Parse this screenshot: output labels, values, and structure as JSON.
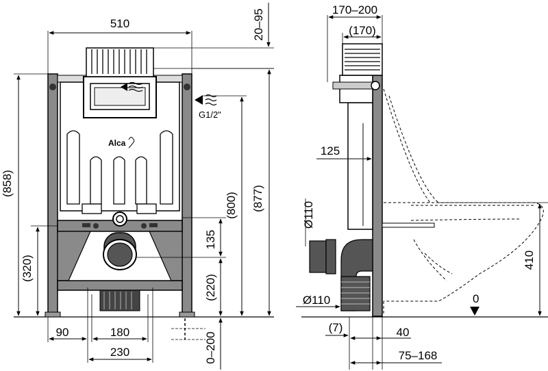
{
  "front_view": {
    "width_top": "510",
    "flush_plate_offset": "20–95",
    "water_inlet": "G1/2\"",
    "brand": "Alca",
    "height_858": "(858)",
    "height_877": "(877)",
    "height_800": "(800)",
    "height_320": "(320)",
    "height_220": "(220)",
    "height_135": "135",
    "bottom_90": "90",
    "bottom_180": "180",
    "bottom_230": "230",
    "leg_adjust": "0–200"
  },
  "side_view": {
    "depth_outer": "170–200",
    "depth_inner": "(170)",
    "depth_125": "125",
    "pipe_top": "Ø110",
    "pipe_bottom": "Ø110",
    "height_410": "410",
    "zero_level": "0",
    "bottom_7": "(7)",
    "bottom_40": "40",
    "bottom_75_168": "75–168"
  }
}
